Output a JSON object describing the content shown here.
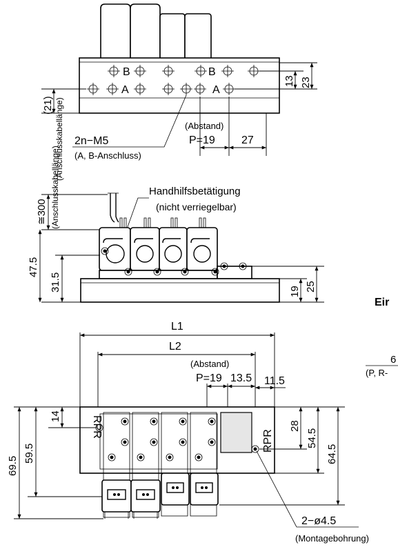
{
  "top_view": {
    "port_b": "B",
    "port_a": "A",
    "dim_13": "13",
    "dim_23": "23",
    "dim_21": "(21)",
    "thread_label": "2n−M5",
    "thread_note": "(A, B-Anschluss)",
    "pitch_note": "(Abstand)",
    "pitch": "P=19",
    "dim_27": "27"
  },
  "front_view": {
    "cable_length": "≅300",
    "cable_note": "(Anschlusskabellänge)",
    "manual_override": "Handhilfsbetätigung",
    "manual_override_note": "(nicht verriegelbar)",
    "dim_47_5": "47.5",
    "dim_31_5": "31.5",
    "dim_19": "19",
    "dim_25": "25"
  },
  "bottom_view": {
    "l1": "L1",
    "l2": "L2",
    "pitch_note": "(Abstand)",
    "pitch": "P=19",
    "dim_13_5": "13.5",
    "dim_11_5": "11.5",
    "dim_14": "14",
    "dim_69_5": "69.5",
    "dim_59_5": "59.5",
    "dim_28": "28",
    "dim_54_5": "54.5",
    "dim_64_5": "64.5",
    "ports_left": "RPR",
    "ports_right": "RPR",
    "mount_label": "2−ø4.5",
    "mount_note": "(Montagebohrung)"
  },
  "side_fragment": {
    "heading": "Eir",
    "num": "6",
    "note": "(P, R-"
  }
}
